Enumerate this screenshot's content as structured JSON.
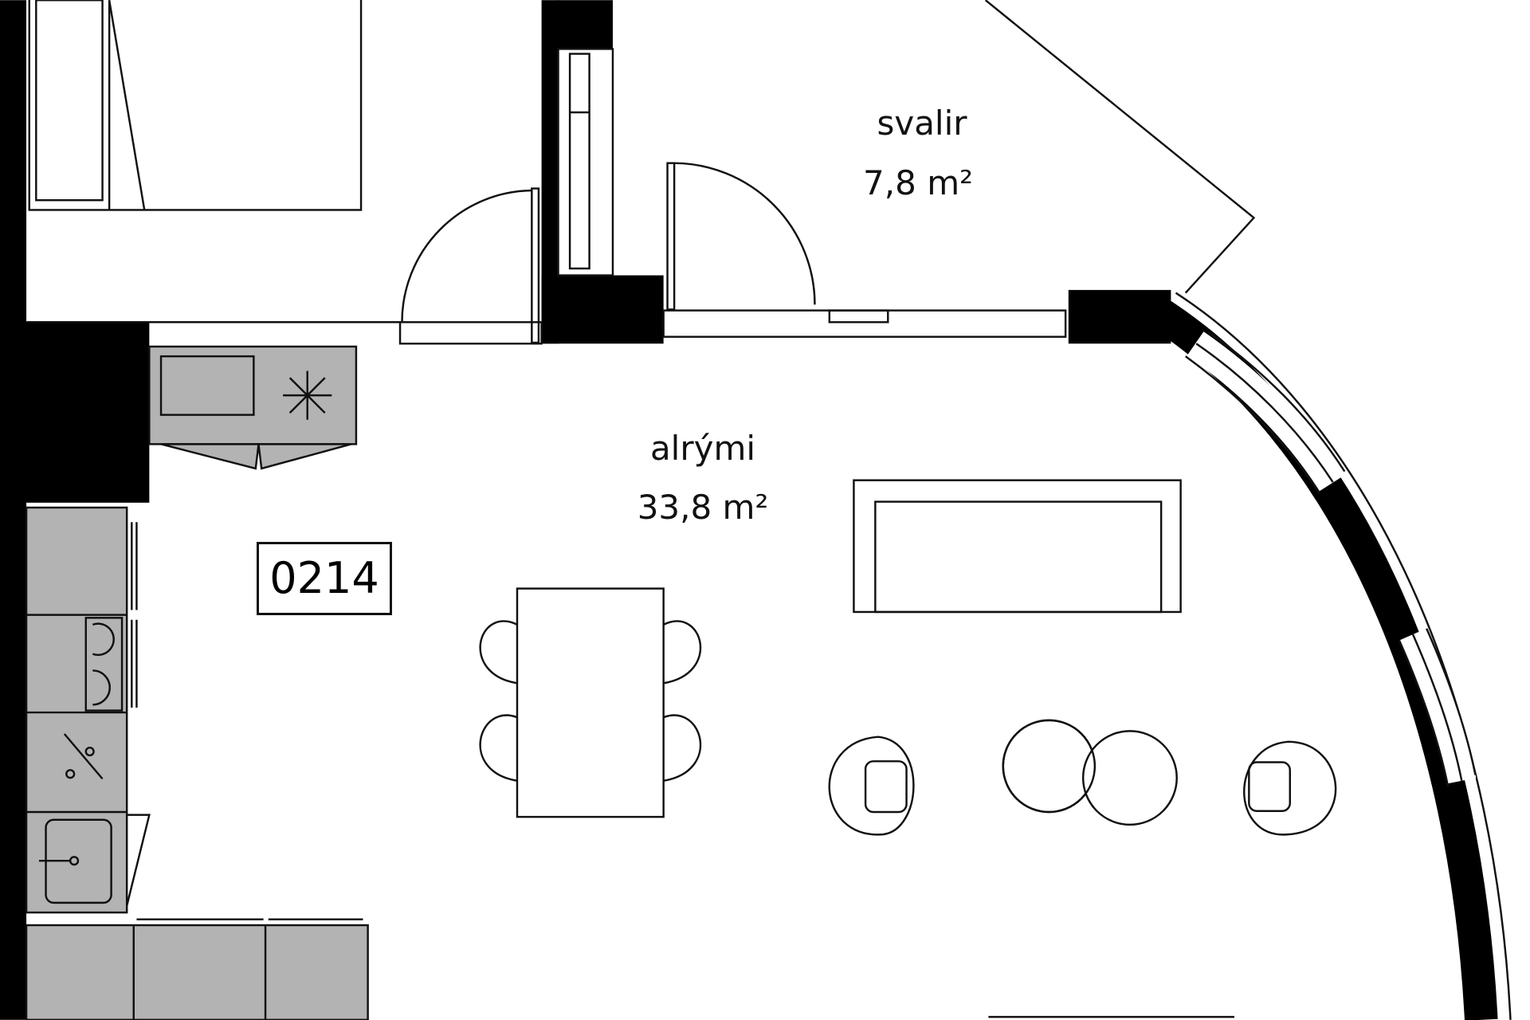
{
  "plan": {
    "unit_number": "0214",
    "rooms": [
      {
        "name": "svalir",
        "area": "7,8 m²"
      },
      {
        "name": "alrými",
        "area": "33,8 m²"
      }
    ],
    "colors": {
      "wall": "#000000",
      "cabinet": "#b3b3b3",
      "line": "#111111"
    }
  }
}
